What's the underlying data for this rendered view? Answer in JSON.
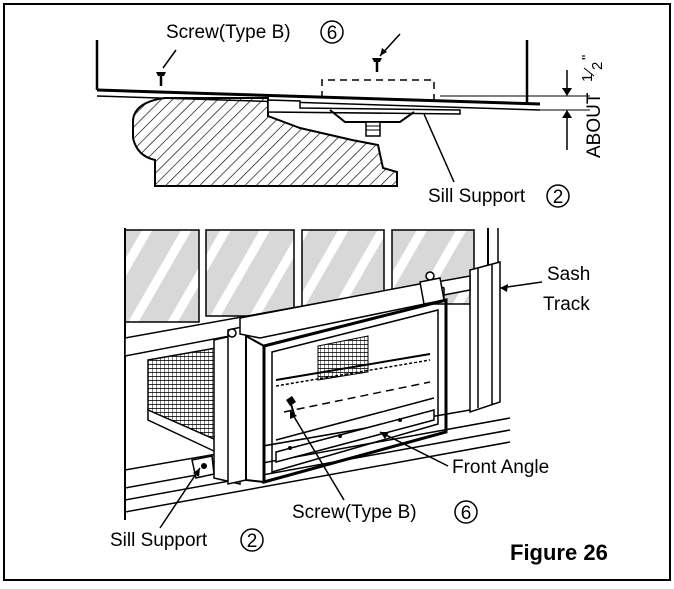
{
  "labels": {
    "screw_top": "Screw(Type B)",
    "screw_top_num": "6",
    "sill_support_top": "Sill Support",
    "sill_support_top_num": "2",
    "about": "ABOUT",
    "half_num": "1",
    "half_den": "2",
    "inch_mark": "\"",
    "sash_track_line1": "Sash",
    "sash_track_line2": "Track",
    "front_angle": "Front Angle",
    "screw_bottom": "Screw(Type B)",
    "screw_bottom_num": "6",
    "sill_support_bottom": "Sill Support",
    "sill_support_bottom_num": "2",
    "figure": "Figure 26"
  }
}
